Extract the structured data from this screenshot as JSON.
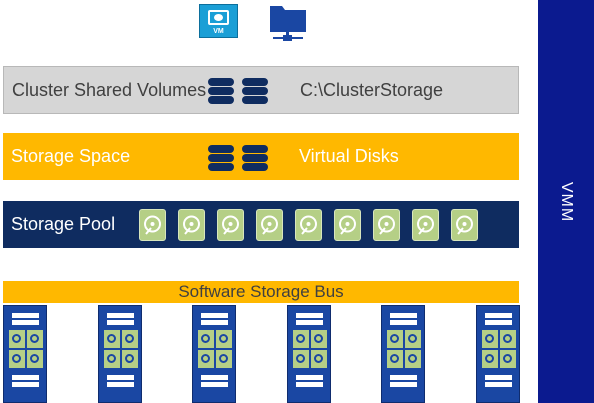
{
  "top_icons": {
    "vm": {
      "label": "VM",
      "icon": "vm-icon"
    },
    "share": {
      "icon": "network-share-icon"
    }
  },
  "layers": {
    "csv": {
      "label": "Cluster Shared Volumes",
      "path": "C:\\ClusterStorage",
      "color": "#d6d6d6"
    },
    "space": {
      "label": "Storage Space",
      "right_label": "Virtual Disks",
      "color": "#ffb800"
    },
    "pool": {
      "label": "Storage Pool",
      "disk_count": 9,
      "color": "#0f2c60"
    },
    "bus": {
      "label": "Software Storage Bus",
      "color": "#ffb800"
    }
  },
  "side": {
    "label": "VMM",
    "color": "#0b1a8f"
  },
  "servers": {
    "count": 6,
    "drives_per_server": 4
  }
}
